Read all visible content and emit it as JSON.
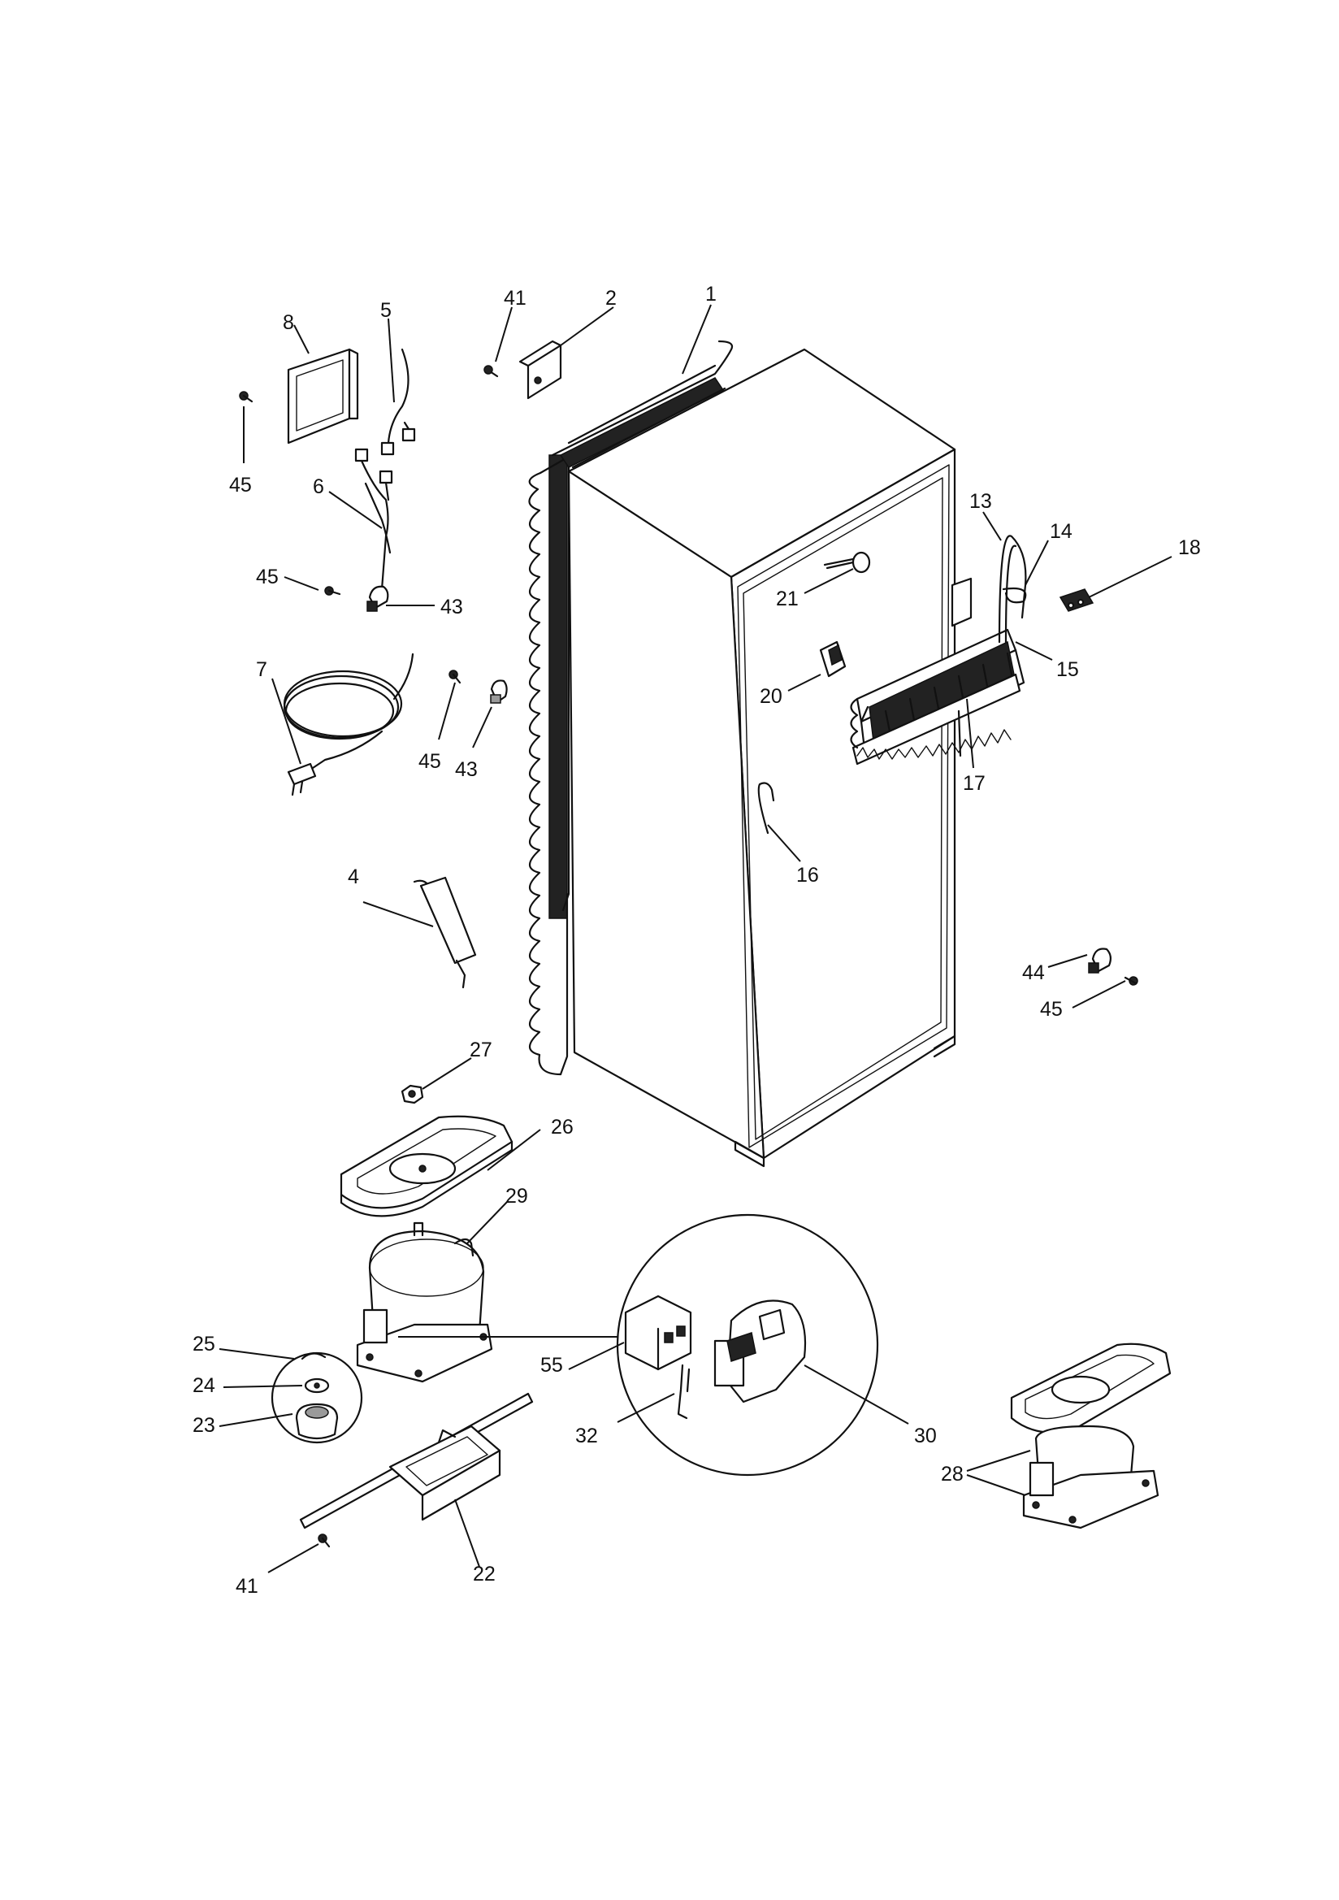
{
  "diagram": {
    "callouts": [
      {
        "id": "c1",
        "label": "1"
      },
      {
        "id": "c2",
        "label": "2"
      },
      {
        "id": "c41a",
        "label": "41"
      },
      {
        "id": "c8",
        "label": "8"
      },
      {
        "id": "c5",
        "label": "5"
      },
      {
        "id": "c45a",
        "label": "45"
      },
      {
        "id": "c6",
        "label": "6"
      },
      {
        "id": "c45b",
        "label": "45"
      },
      {
        "id": "c43a",
        "label": "43"
      },
      {
        "id": "c7",
        "label": "7"
      },
      {
        "id": "c45c",
        "label": "45"
      },
      {
        "id": "c43b",
        "label": "43"
      },
      {
        "id": "c4",
        "label": "4"
      },
      {
        "id": "c13",
        "label": "13"
      },
      {
        "id": "c14",
        "label": "14"
      },
      {
        "id": "c18",
        "label": "18"
      },
      {
        "id": "c21",
        "label": "21"
      },
      {
        "id": "c15",
        "label": "15"
      },
      {
        "id": "c20",
        "label": "20"
      },
      {
        "id": "c17",
        "label": "17"
      },
      {
        "id": "c16",
        "label": "16"
      },
      {
        "id": "c44",
        "label": "44"
      },
      {
        "id": "c45d",
        "label": "45"
      },
      {
        "id": "c27",
        "label": "27"
      },
      {
        "id": "c26",
        "label": "26"
      },
      {
        "id": "c29",
        "label": "29"
      },
      {
        "id": "c25",
        "label": "25"
      },
      {
        "id": "c24",
        "label": "24"
      },
      {
        "id": "c23",
        "label": "23"
      },
      {
        "id": "c55",
        "label": "55"
      },
      {
        "id": "c32",
        "label": "32"
      },
      {
        "id": "c30",
        "label": "30"
      },
      {
        "id": "c28",
        "label": "28"
      },
      {
        "id": "c41b",
        "label": "41"
      },
      {
        "id": "c22",
        "label": "22"
      }
    ]
  }
}
